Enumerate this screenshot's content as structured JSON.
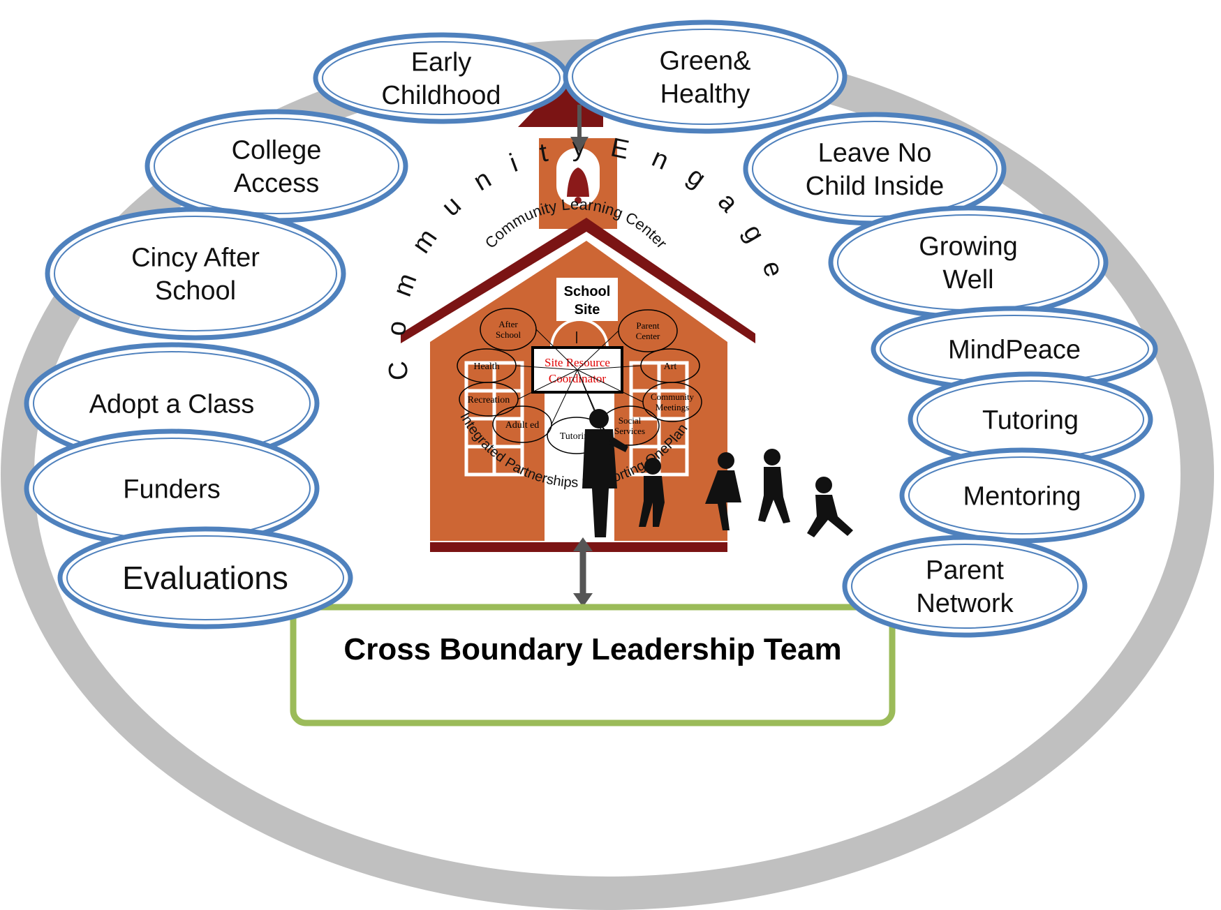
{
  "colors": {
    "ring": "#c0c0c0",
    "oval_stroke": "#4f81bd",
    "oval_stroke_inner": "#ffffff",
    "building": "#cd6634",
    "roof": "#7b1414",
    "team_border": "#9bbb59",
    "coordinator_text": "#e00000"
  },
  "partners": [
    {
      "id": "early",
      "lines": [
        "Early",
        "Childhood"
      ]
    },
    {
      "id": "green",
      "lines": [
        "Green&",
        "Healthy"
      ]
    },
    {
      "id": "college",
      "lines": [
        "College",
        "Access"
      ]
    },
    {
      "id": "leave",
      "lines": [
        "Leave No",
        "Child Inside"
      ]
    },
    {
      "id": "cincy",
      "lines": [
        "Cincy After",
        "School"
      ]
    },
    {
      "id": "growing",
      "lines": [
        "Growing",
        "Well"
      ]
    },
    {
      "id": "mindpeace",
      "lines": [
        "MindPeace"
      ]
    },
    {
      "id": "adopt",
      "lines": [
        "Adopt a Class"
      ]
    },
    {
      "id": "tutoring",
      "lines": [
        "Tutoring"
      ]
    },
    {
      "id": "funders",
      "lines": [
        "Funders"
      ]
    },
    {
      "id": "mentoring",
      "lines": [
        "Mentoring"
      ]
    },
    {
      "id": "evaluations",
      "lines": [
        "Evaluations"
      ]
    },
    {
      "id": "parent",
      "lines": [
        "Parent",
        "Network"
      ]
    }
  ],
  "team": {
    "label": "Cross Boundary Leadership Team"
  },
  "school": {
    "site_line1": "School",
    "site_line2": "Site",
    "coordinator_line1": "Site Resource",
    "coordinator_line2": "Coordinator",
    "arc_top": "Community Learning Center",
    "arc_bottom": "Integrated Partnerships Supporting OnePlan",
    "community_engagement": "CommunityEngagement",
    "services": [
      {
        "id": "after-school",
        "lines": [
          "After",
          "School"
        ]
      },
      {
        "id": "parent-center",
        "lines": [
          "Parent",
          "Center"
        ]
      },
      {
        "id": "health",
        "lines": [
          "Health"
        ]
      },
      {
        "id": "art",
        "lines": [
          "Art"
        ]
      },
      {
        "id": "recreation",
        "lines": [
          "Recreation"
        ]
      },
      {
        "id": "community-meetings",
        "lines": [
          "Community",
          "Meetings"
        ]
      },
      {
        "id": "adult-ed",
        "lines": [
          "Adult ed"
        ]
      },
      {
        "id": "tutoring-service",
        "lines": [
          "Tutoring"
        ]
      },
      {
        "id": "social-services",
        "lines": [
          "Social",
          "Services"
        ]
      }
    ]
  }
}
